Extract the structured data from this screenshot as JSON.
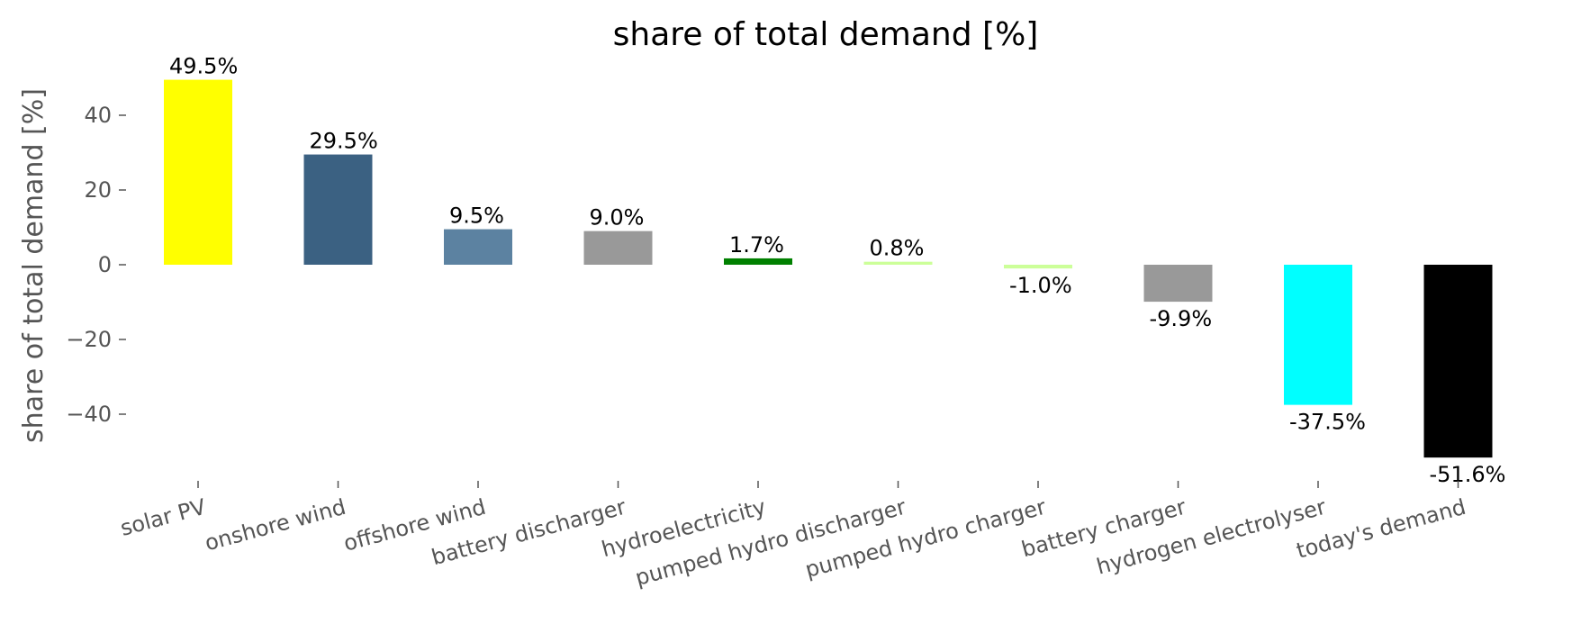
{
  "chart_data": {
    "type": "bar",
    "title": "share of total demand [%]",
    "xlabel": "",
    "ylabel": "share of total demand [%]",
    "ylim": [
      -58,
      55
    ],
    "yticks": [
      -40,
      -20,
      0,
      20,
      40
    ],
    "ytick_labels": [
      "−40",
      "−20",
      "0",
      "20",
      "40"
    ],
    "grid": false,
    "categories": [
      "solar PV",
      "onshore wind",
      "offshore wind",
      "battery discharger",
      "hydroelectricity",
      "pumped hydro discharger",
      "pumped hydro charger",
      "battery charger",
      "hydrogen electrolyser",
      "today's demand"
    ],
    "values": [
      49.5,
      29.5,
      9.5,
      9.0,
      1.7,
      0.8,
      -1.0,
      -9.9,
      -37.5,
      -51.6
    ],
    "value_labels": [
      "49.5%",
      "29.5%",
      "9.5%",
      "9.0%",
      "1.7%",
      "0.8%",
      "-1.0%",
      "-9.9%",
      "-37.5%",
      "-51.6%"
    ],
    "colors": [
      "#ffff00",
      "#3b6182",
      "#5c82a1",
      "#999999",
      "#008000",
      "#ccff99",
      "#ccff99",
      "#999999",
      "#00ffff",
      "#000000"
    ]
  }
}
